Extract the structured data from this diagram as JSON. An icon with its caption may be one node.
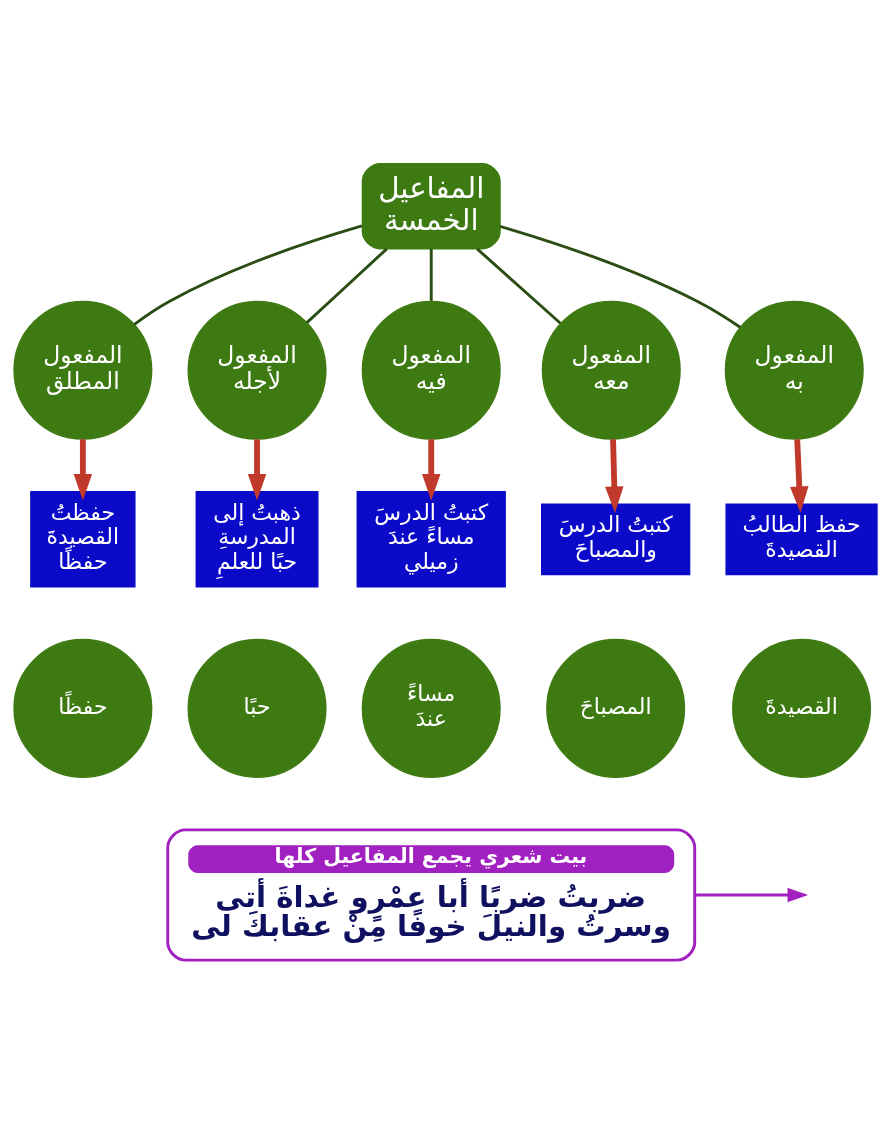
{
  "diagram": {
    "nodes": [
      {
        "text": [
          "المفاعيل الخمسة"
        ]
      },
      {
        "text": [
          "المفعول به"
        ]
      },
      {
        "text": [
          "المفعول معه"
        ]
      },
      {
        "text": [
          "المفعول فيه"
        ]
      },
      {
        "text": [
          "المفعول لأجله"
        ]
      },
      {
        "text": [
          "المفعول المطلق"
        ]
      },
      {
        "text": [
          "حفظ الطالبُ القصيدةَ"
        ]
      },
      {
        "text": [
          "كتبتُ الدرسَ والمصباحَ"
        ]
      },
      {
        "text": [
          "كتبتُ الدرسَ مساءً عندَ زميلي"
        ]
      },
      {
        "text": [
          "ذهبتُ إلى المدرسةِ حبًا للعلمِ"
        ]
      },
      {
        "text": [
          "حفظتُ القصيدةَ حفظًا"
        ]
      },
      {
        "text": [
          "القصيدةَ"
        ]
      },
      {
        "text": [
          "المصباحَ"
        ]
      },
      {
        "text": [
          "مساءً عندَ"
        ]
      },
      {
        "text": [
          "حبًا"
        ]
      },
      {
        "text": [
          "حفظًا"
        ]
      },
      {
        "text": [
          "بيت شعري يجمع المفاعيل كلها",
          "ضربتُ ضربًا أبا عمْرٍو غداةَ أتى وسرتُ والنيلَ خوفًا مِنْ عقابكَ لى"
        ]
      }
    ],
    "edges": [
      {
        "from": 0,
        "to": 1,
        "arrow": "none"
      },
      {
        "from": 0,
        "to": 2,
        "arrow": "none"
      },
      {
        "from": 0,
        "to": 3,
        "arrow": "none"
      },
      {
        "from": 0,
        "to": 4,
        "arrow": "none"
      },
      {
        "from": 0,
        "to": 5,
        "arrow": "none"
      },
      {
        "from": 1,
        "to": 6,
        "arrow": "to",
        "style": "thick",
        "color": "#c0392b"
      },
      {
        "from": 2,
        "to": 7,
        "arrow": "to",
        "style": "thick",
        "color": "#c0392b"
      },
      {
        "from": 3,
        "to": 8,
        "arrow": "to",
        "style": "thick",
        "color": "#c0392b"
      },
      {
        "from": 4,
        "to": 9,
        "arrow": "to",
        "style": "thick",
        "color": "#c0392b"
      },
      {
        "from": 5,
        "to": 10,
        "arrow": "to",
        "style": "thick",
        "color": "#c0392b"
      },
      {
        "from": 16,
        "to": null,
        "arrow": "to",
        "color": "#a020c0"
      }
    ]
  }
}
